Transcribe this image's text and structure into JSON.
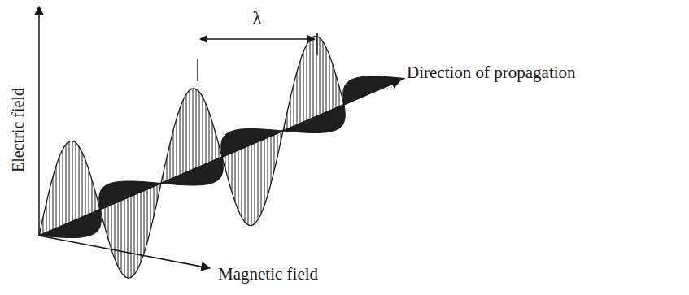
{
  "diagram": {
    "labels": [
      "Electric field",
      "λ",
      "Direction of propagation",
      "Magnetic field"
    ]
  }
}
